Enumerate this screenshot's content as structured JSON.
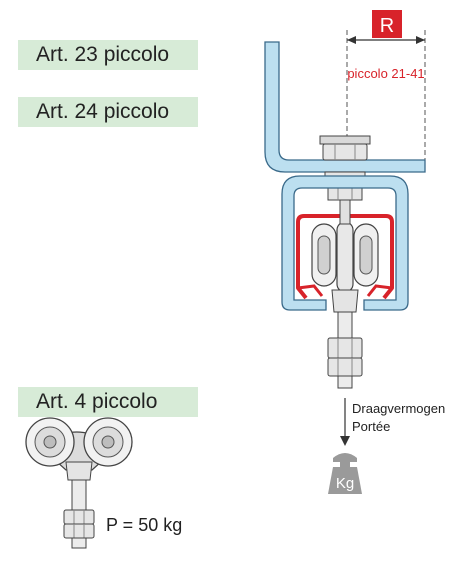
{
  "labels": {
    "art23": "Art. 23 piccolo",
    "art24": "Art. 24 piccolo",
    "art4": "Art. 4 piccolo"
  },
  "dimension": {
    "tag": "R",
    "range": "piccolo 21-41"
  },
  "load": {
    "line1": "Draagvermogen",
    "line2": "Portée",
    "weight": "Kg",
    "capacity": "P = 50 kg"
  },
  "colors": {
    "accent_red": "#d8232a",
    "rail_blue": "#bcdff0",
    "label_green": "#d7ebd7"
  }
}
